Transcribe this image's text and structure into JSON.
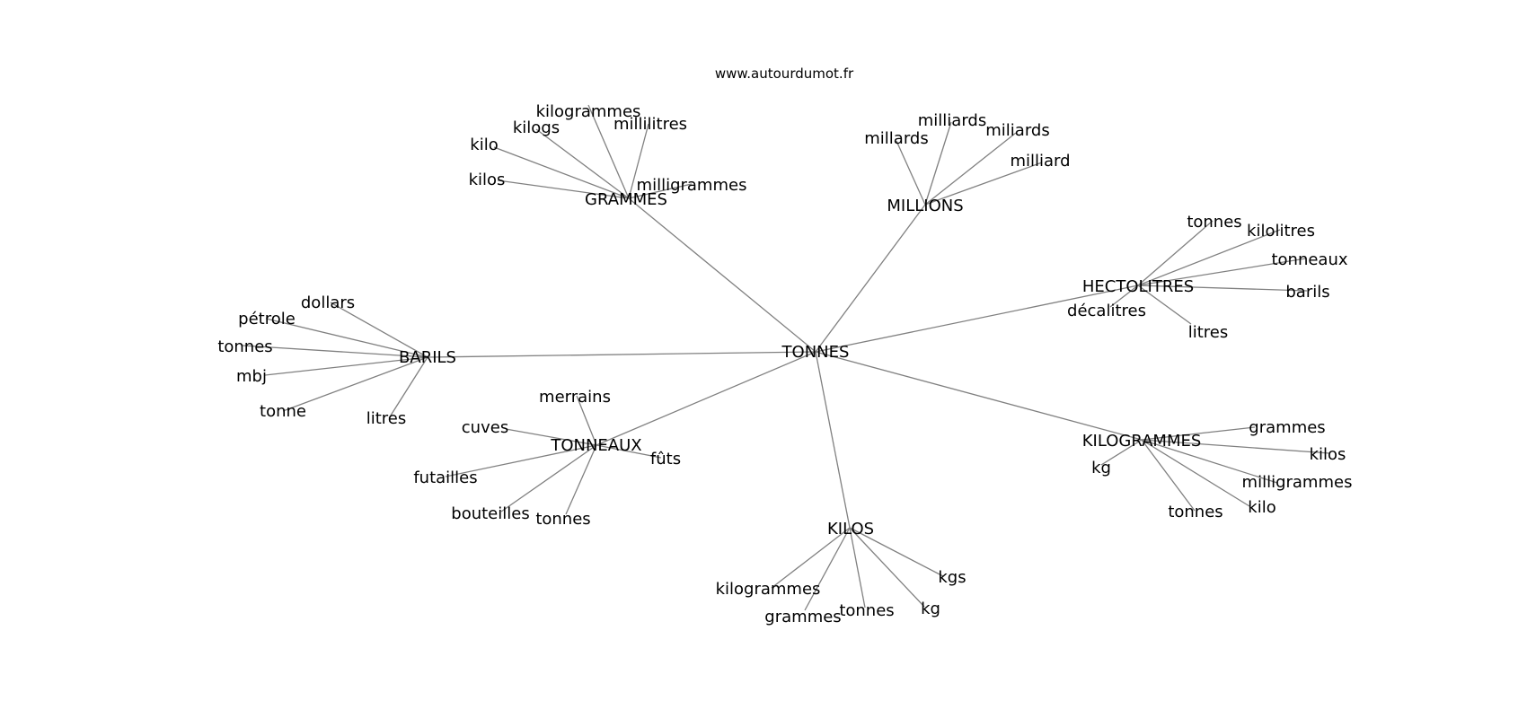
{
  "site": "www.autourdumot.fr",
  "center": "TONNES",
  "branches": [
    {
      "label": "GRAMMES",
      "children": [
        "kilogrammes",
        "kilogs",
        "millilitres",
        "kilo",
        "kilos",
        "milligrammes"
      ]
    },
    {
      "label": "MILLIONS",
      "children": [
        "milliards",
        "millards",
        "miliards",
        "milliard"
      ]
    },
    {
      "label": "HECTOLITRES",
      "children": [
        "tonnes",
        "kilolitres",
        "tonneaux",
        "barils",
        "décalitres",
        "litres"
      ]
    },
    {
      "label": "BARILS",
      "children": [
        "dollars",
        "pétrole",
        "tonnes",
        "mbj",
        "tonne",
        "litres"
      ]
    },
    {
      "label": "TONNEAUX",
      "children": [
        "merrains",
        "cuves",
        "fûts",
        "futailles",
        "bouteilles",
        "tonnes"
      ]
    },
    {
      "label": "KILOGRAMMES",
      "children": [
        "grammes",
        "kg",
        "kilos",
        "milligrammes",
        "kilo",
        "tonnes"
      ]
    },
    {
      "label": "KILOS",
      "children": [
        "kilogrammes",
        "kgs",
        "grammes",
        "tonnes",
        "kg"
      ]
    }
  ]
}
